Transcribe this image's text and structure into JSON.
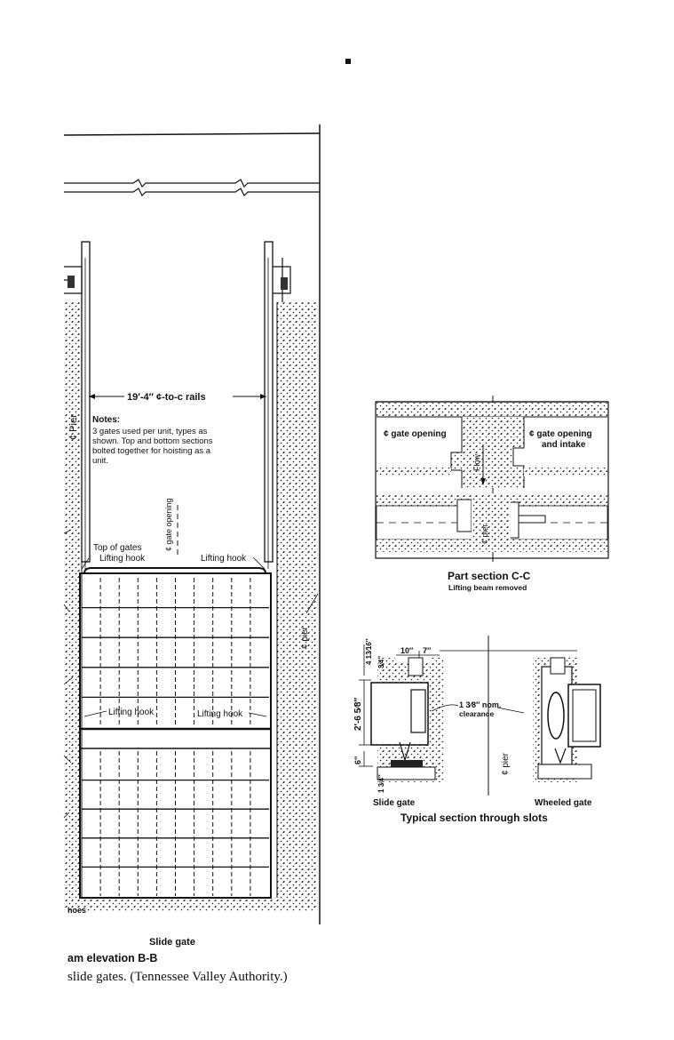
{
  "main_elevation": {
    "dimension_label": "19′-4″ ¢-to-c rails",
    "pier_label": "¢ Pier",
    "notes_title": "Notes:",
    "notes_lines": [
      "3 gates used per unit, types as",
      "shown. Top and bottom sections",
      "bolted together for hoisting as a",
      "unit."
    ],
    "gate_opening_label": "¢ gate opening",
    "top_of_gates_label": "Top of gates",
    "lifting_hook_label": "Lifting hook",
    "right_pier_label": "¢ pier",
    "bottom_fragment": "hoes",
    "gate_caption": "Slide gate",
    "elevation_caption": "am elevation B-B",
    "figure_caption": "slide gates.  (Tennessee Valley Authority.)"
  },
  "section_cc": {
    "left_label": "¢ gate opening",
    "right_label_1": "¢ gate opening",
    "right_label_2": "and intake",
    "flow_label": "Flow",
    "pier_label": "¢ pier",
    "title": "Part section C-C",
    "subtitle": "Lifting beam removed"
  },
  "typical_section": {
    "dim_top_1": "10″",
    "dim_top_2": "7″",
    "dim_left_1": "4 13⁄16″",
    "dim_left_2": "3⁄4″",
    "dim_height": "2′-6 5⁄8″",
    "dim_6": "6″",
    "dim_bottom": "1 3⁄4″",
    "clearance_1": "1 3⁄8″ nom.",
    "clearance_2": "clearance",
    "pier_label": "¢ pier",
    "slide_gate_label": "Slide gate",
    "wheeled_gate_label": "Wheeled gate",
    "title": "Typical section through slots"
  }
}
